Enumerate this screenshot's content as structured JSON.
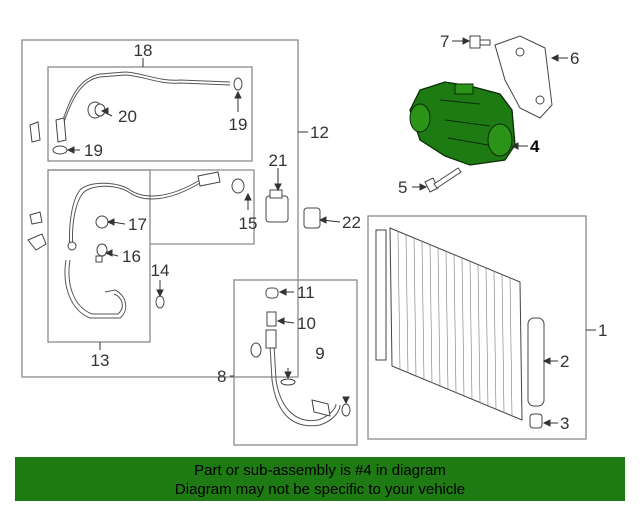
{
  "callouts": {
    "c1": "1",
    "c2": "2",
    "c3": "3",
    "c4": "4",
    "c5": "5",
    "c6": "6",
    "c7": "7",
    "c8": "8",
    "c9": "9",
    "c10": "10",
    "c11": "11",
    "c12": "12",
    "c13": "13",
    "c14": "14",
    "c15": "15",
    "c16": "16",
    "c17": "17",
    "c18": "18",
    "c19a": "19",
    "c19b": "19",
    "c20": "20",
    "c21": "21",
    "c22": "22"
  },
  "highlight_color": "#1e7a12",
  "banner": {
    "line1": "Part or sub-assembly is #4 in diagram",
    "line2": "Diagram may not be specific to your vehicle"
  }
}
